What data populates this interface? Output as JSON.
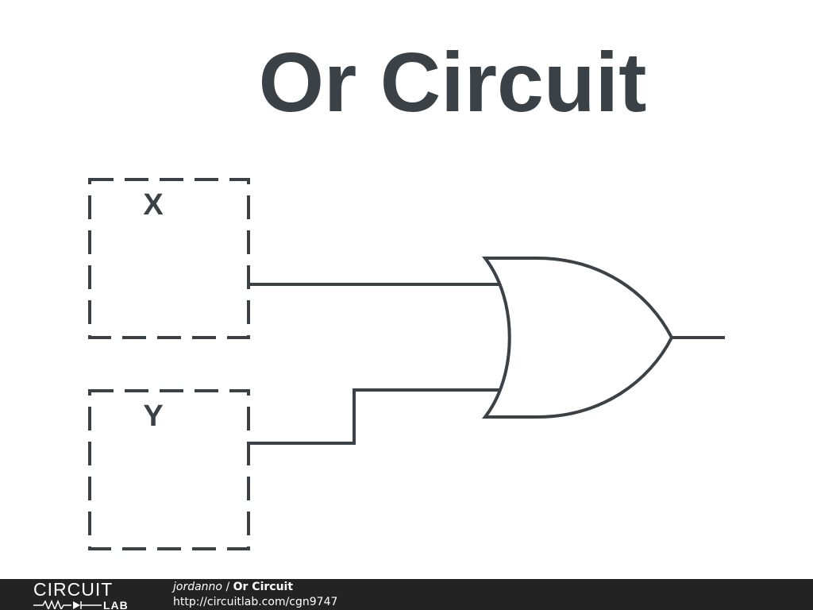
{
  "diagram": {
    "title": "Or Circuit",
    "inputs": [
      {
        "label": "X"
      },
      {
        "label": "Y"
      }
    ],
    "gate": "OR"
  },
  "colors": {
    "ink": "#3b4247",
    "footer_bg": "#232323",
    "footer_text": "#ffffff"
  },
  "footer": {
    "logo_word": "CIRCUIT",
    "logo_sub": "LAB",
    "author": "jordanno",
    "separator": " / ",
    "project": "Or Circuit",
    "url": "http://circuitlab.com/cgn9747"
  }
}
